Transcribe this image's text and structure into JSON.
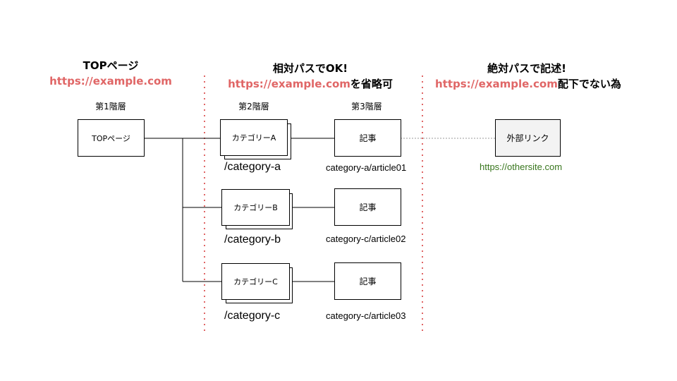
{
  "columns": {
    "top": {
      "title": "TOPページ",
      "url": "https://example.com",
      "level": "第1階層"
    },
    "relative": {
      "title": "相対パスでOK!",
      "url": "https://example.com",
      "url_suffix": "を省略可",
      "level_2": "第2階層",
      "level_3": "第3階層"
    },
    "absolute": {
      "title": "絶対パスで記述!",
      "url": "https://example.com",
      "url_suffix": "配下でない為"
    }
  },
  "nodes": {
    "top_page": "TOPページ",
    "categories": [
      {
        "label": "カテゴリーA",
        "path": "/category-a"
      },
      {
        "label": "カテゴリーB",
        "path": "/category-b"
      },
      {
        "label": "カテゴリーC",
        "path": "/category-c"
      }
    ],
    "articles": [
      {
        "label": "記事",
        "path": "category-a/article01"
      },
      {
        "label": "記事",
        "path": "category-c/article02"
      },
      {
        "label": "記事",
        "path": "category-c/article03"
      }
    ],
    "external": {
      "label": "外部リンク",
      "url": "https://othersite.com"
    }
  },
  "colors": {
    "url_red": "#e06666",
    "divider": "#e06666",
    "external_green": "#38761d",
    "external_fill": "#f3f3f3"
  }
}
